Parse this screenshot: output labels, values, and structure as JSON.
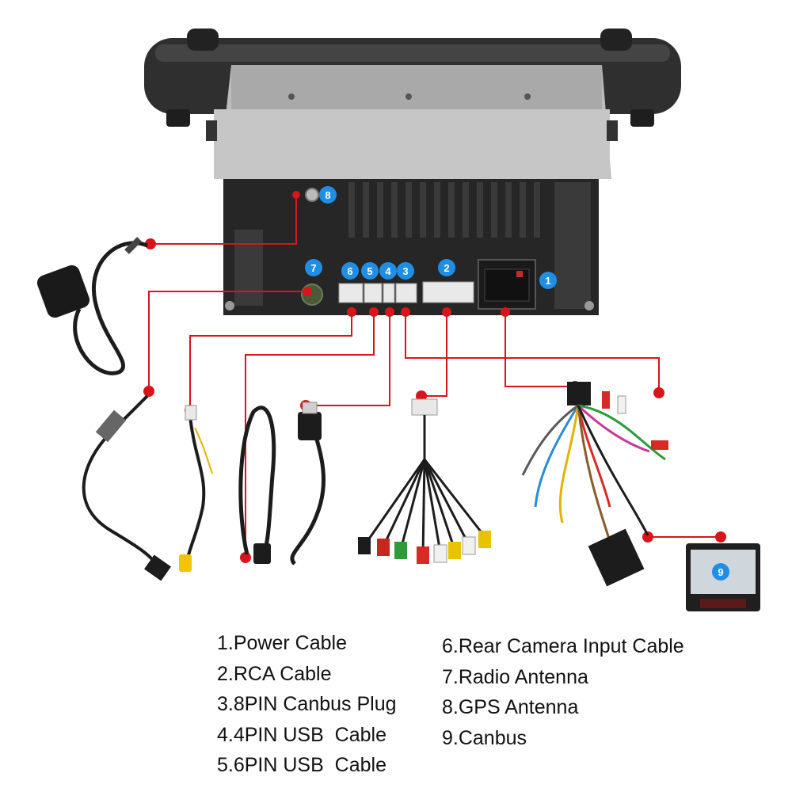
{
  "colors": {
    "connector_line": "#d9151b",
    "badge": "#1f8fe6",
    "device_body": "#2b2b2b",
    "bracket": "#b9b9b9"
  },
  "badges": [
    "1",
    "2",
    "3",
    "4",
    "5",
    "6",
    "7",
    "8",
    "9"
  ],
  "legend": {
    "left": [
      "1.Power Cable",
      "2.RCA Cable",
      "3.8PIN Canbus Plug",
      "4.4PIN USB  Cable",
      "5.6PIN USB  Cable"
    ],
    "right": [
      "6.Rear Camera Input Cable",
      "7.Radio Antenna",
      "8.GPS Antenna",
      "9.Canbus"
    ]
  }
}
